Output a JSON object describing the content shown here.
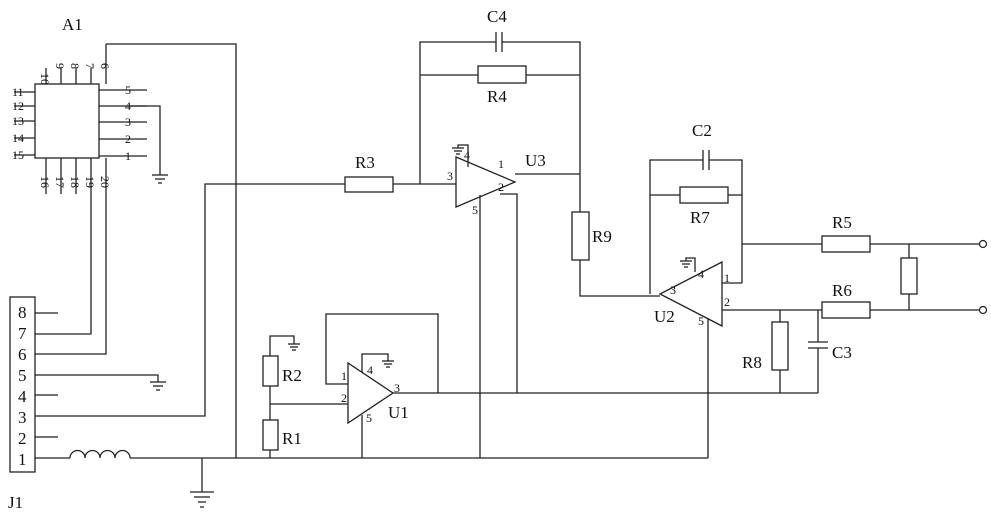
{
  "labels": {
    "a1": "A1",
    "j1": "J1",
    "c4": "C4",
    "r4": "R4",
    "r3": "R3",
    "u3": "U3",
    "r9": "R9",
    "c2": "C2",
    "r7": "R7",
    "r5": "R5",
    "r6": "R6",
    "u2": "U2",
    "r8": "R8",
    "c3": "C3",
    "r2": "R2",
    "r1": "R1",
    "u1": "U1"
  },
  "a1_pins": {
    "top": [
      "10",
      "9",
      "8",
      "7",
      "6"
    ],
    "left": [
      "11",
      "12",
      "13",
      "14",
      "15"
    ],
    "right": [
      "5",
      "4",
      "3",
      "2",
      "1"
    ],
    "bottom": [
      "16",
      "17",
      "18",
      "19",
      "20"
    ]
  },
  "j1_pins": [
    "8",
    "7",
    "6",
    "5",
    "4",
    "3",
    "2",
    "1"
  ],
  "u3_pins": {
    "p1": "1",
    "p2": "2",
    "p3": "3",
    "p4": "4",
    "p5": "5"
  },
  "u2_pins": {
    "p1": "1",
    "p2": "2",
    "p3": "3",
    "p4": "4",
    "p5": "5"
  },
  "u1_pins": {
    "p1": "1",
    "p2": "2",
    "p3": "3",
    "p4": "4",
    "p5": "5"
  }
}
